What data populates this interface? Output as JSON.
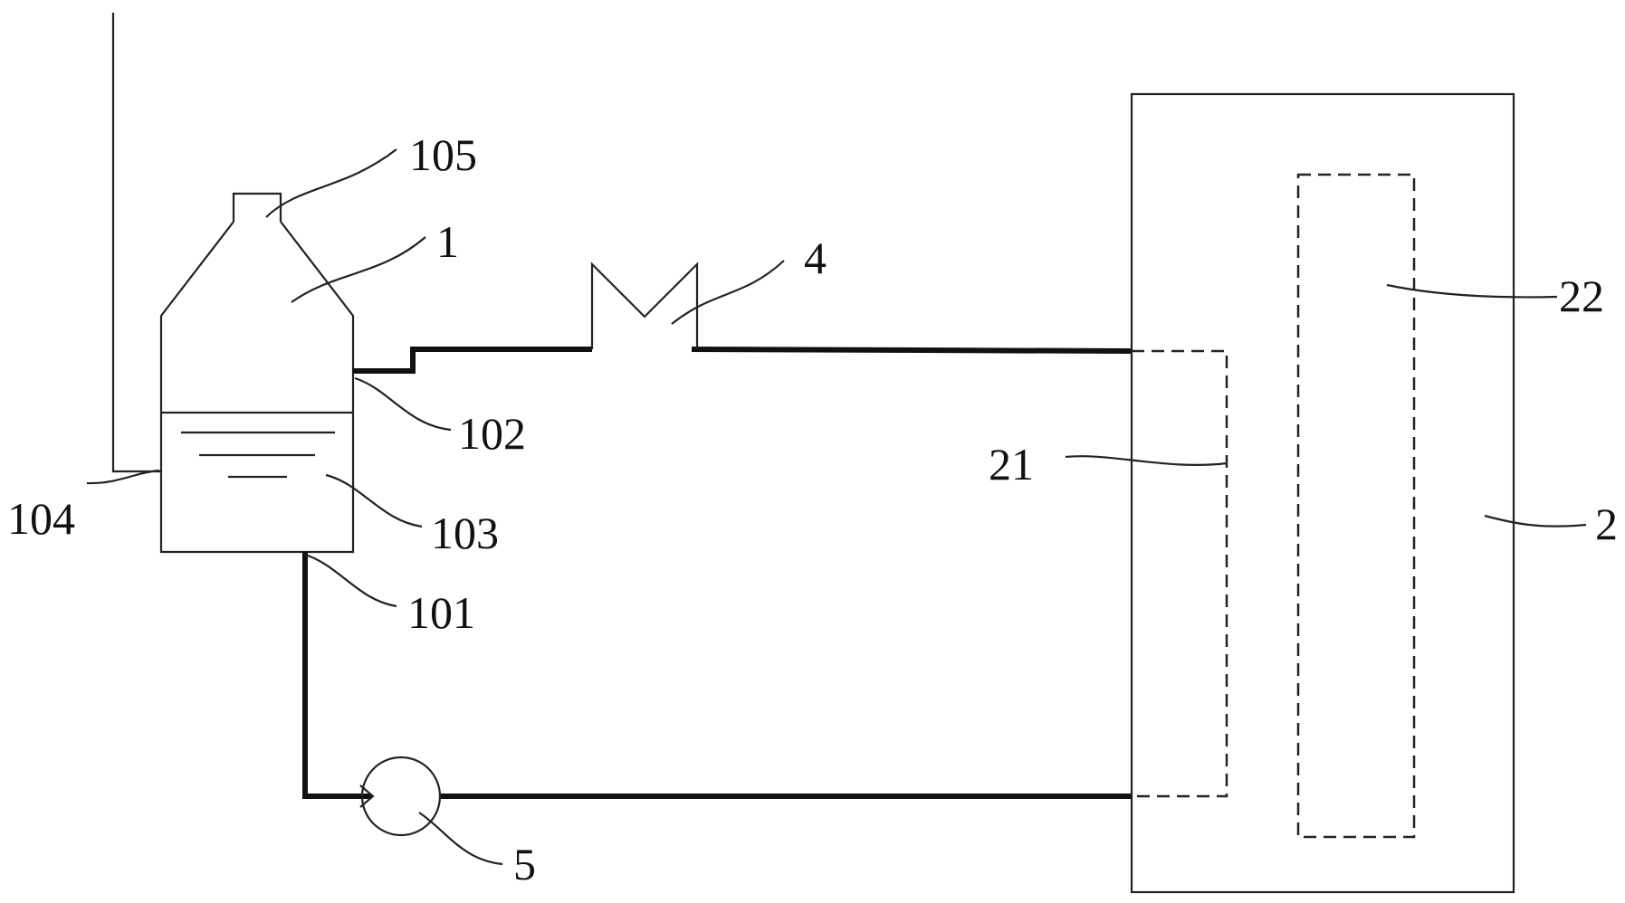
{
  "labels": {
    "l105": "105",
    "l1": "1",
    "l4": "4",
    "l22": "22",
    "l102": "102",
    "l21": "21",
    "l104": "104",
    "l103": "103",
    "l2": "2",
    "l101": "101",
    "l5": "5"
  },
  "colors": {
    "line": "#111111",
    "background": "#ffffff"
  }
}
